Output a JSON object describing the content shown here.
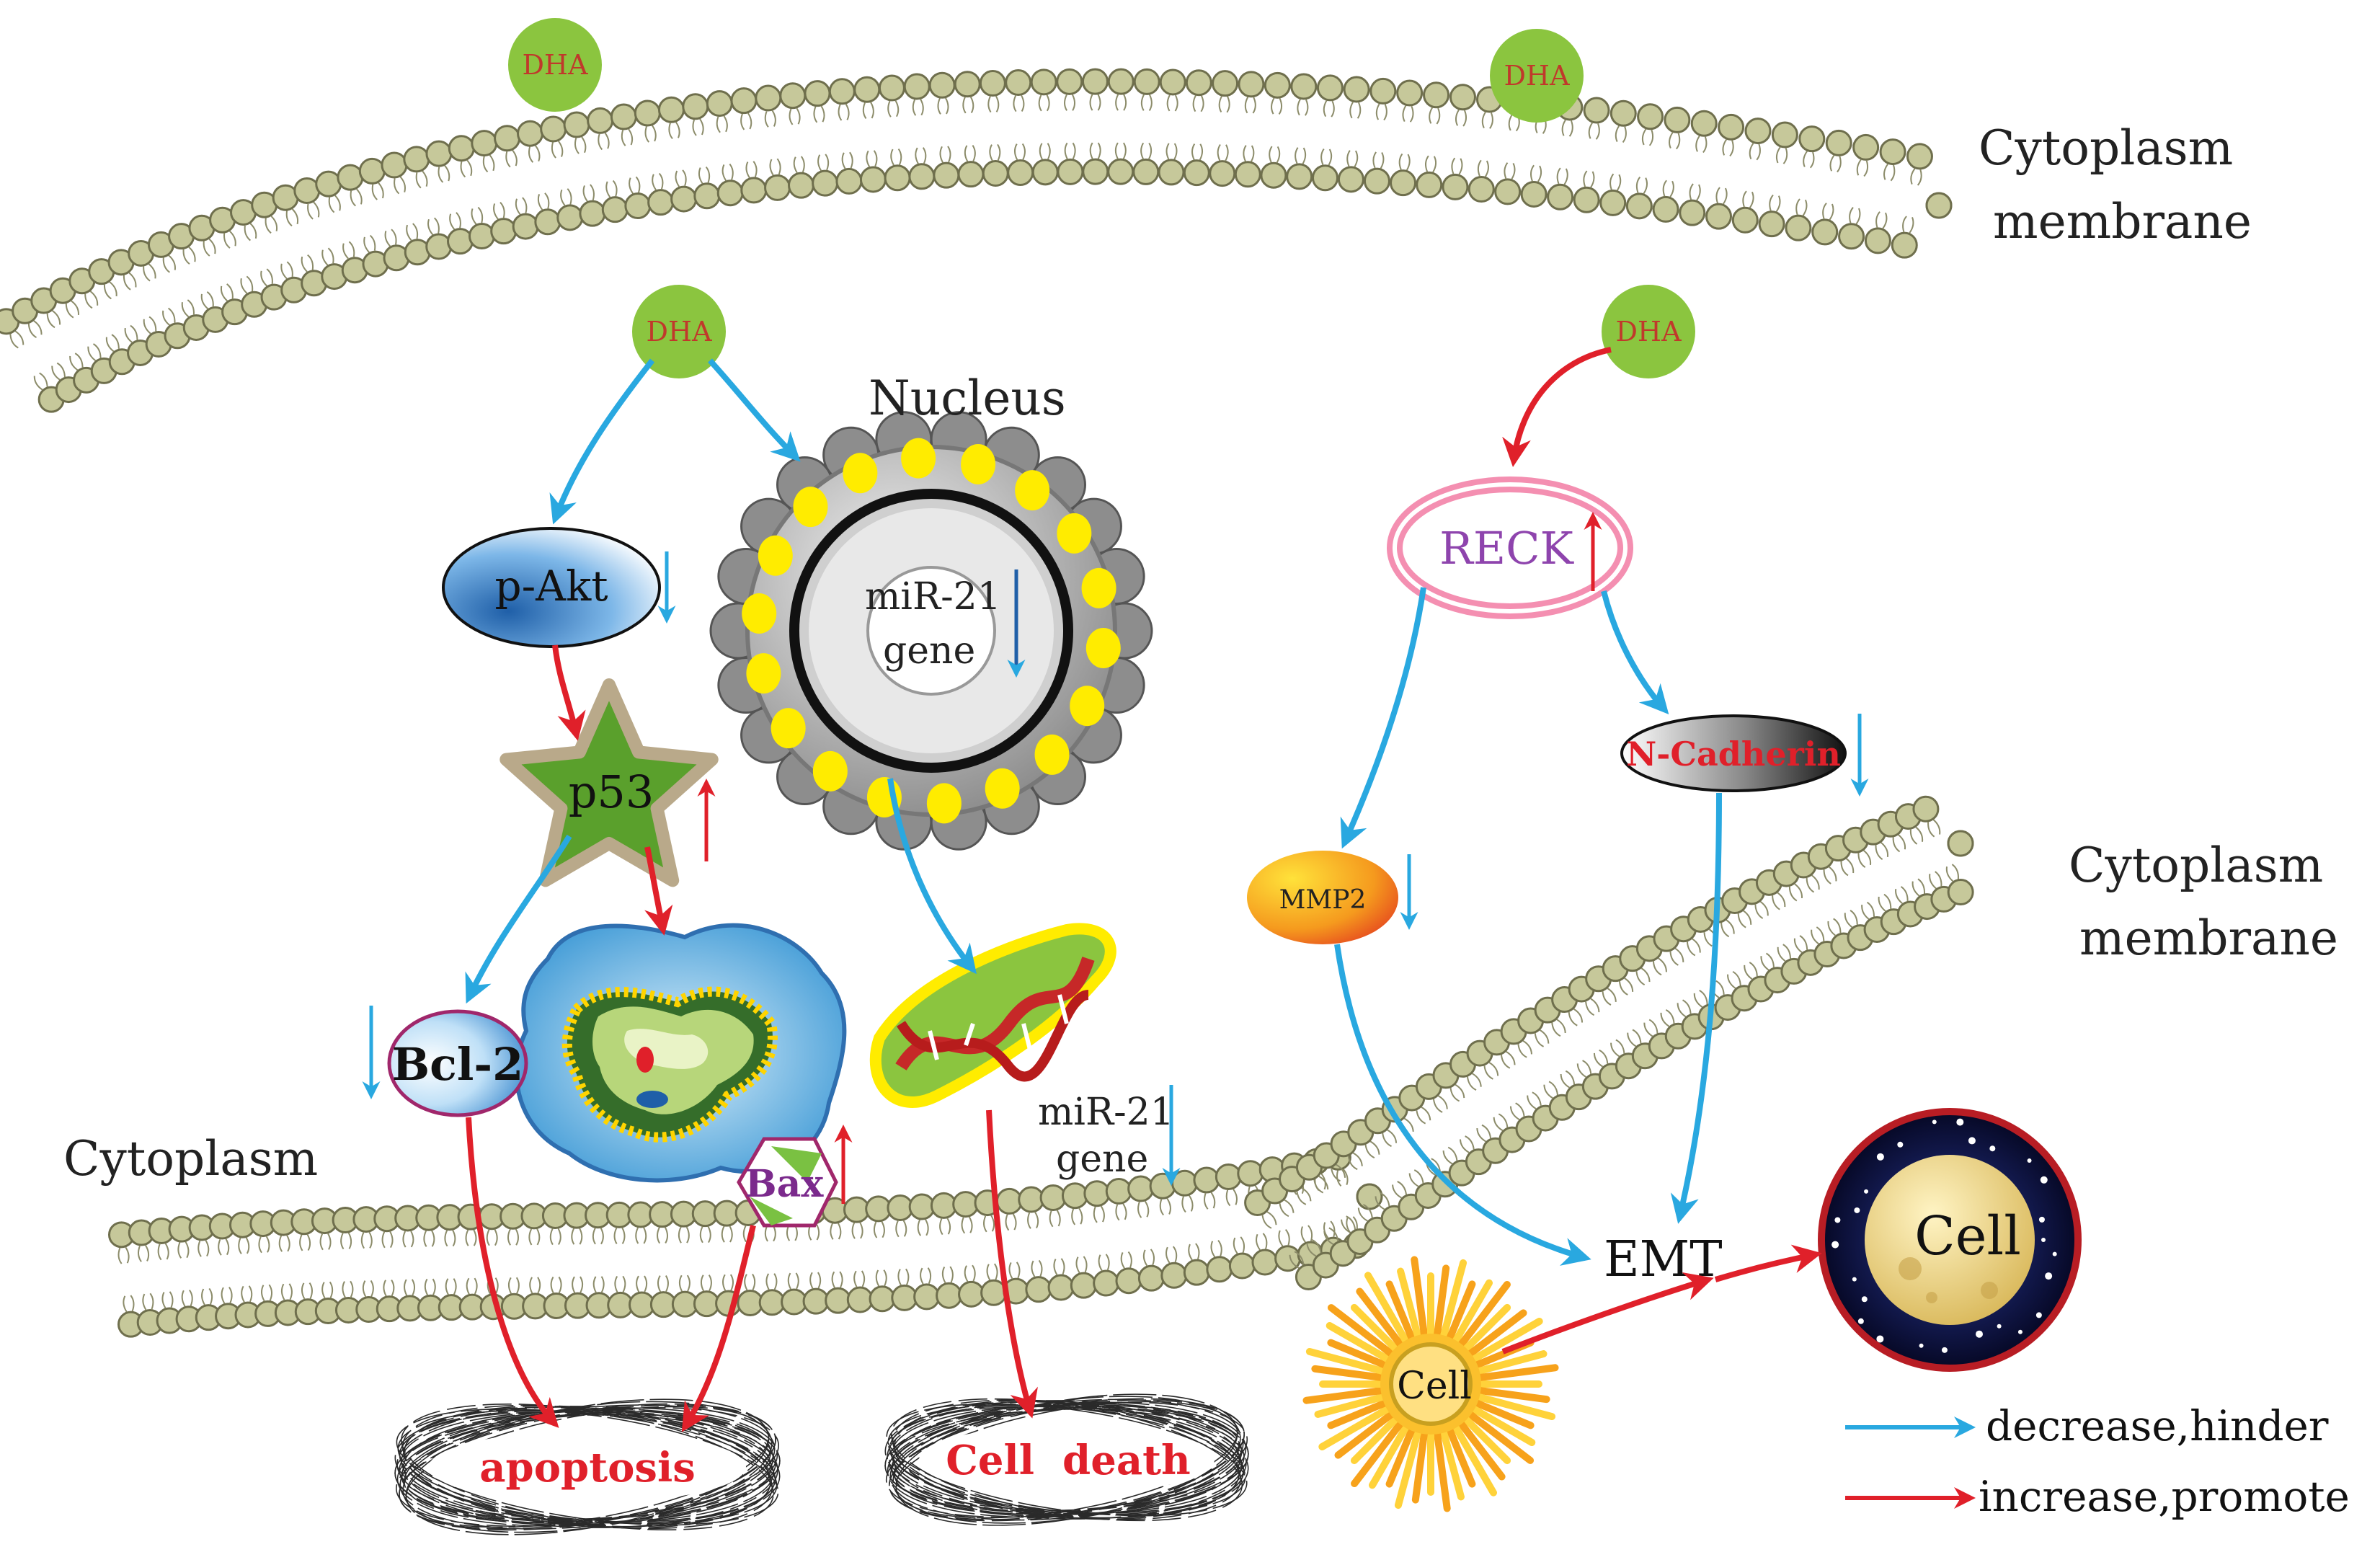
{
  "colors": {
    "decrease_arrow": "#29a8e0",
    "increase_arrow": "#e0202a",
    "membrane_head": "#c6c89a",
    "dha_fill": "#8bc53f",
    "dha_text": "#c0392b",
    "reck_text": "#8e44ad",
    "star_fill": "#5aa02c",
    "yellow": "#ffec00"
  },
  "labels": {
    "dha_1": "DHA",
    "dha_2": "DHA",
    "dha_3": "DHA",
    "dha_4": "DHA",
    "membrane_top": [
      "Cytoplasm",
      "membrane"
    ],
    "membrane_right": [
      "Cytoplasm",
      "membrane"
    ],
    "cytoplasm": "Cytoplasm",
    "nucleus": "Nucleus",
    "mir21_nucleus": [
      "miR-21",
      "gene"
    ],
    "mir21_dna": [
      "miR-21",
      "gene"
    ],
    "p_akt": "p-Akt",
    "p53": "p53",
    "bcl2": "Bcl-2",
    "bax": "Bax",
    "reck": "RECK",
    "n_cadherin": "N-Cadherin",
    "mmp2": "MMP2",
    "emt": "EMT",
    "cell_small": "Cell",
    "cell_large": "Cell",
    "apoptosis": "apoptosis",
    "cell_death": "Cell  death"
  },
  "legend": {
    "decrease": "decrease,hinder",
    "increase": "increase,promote"
  }
}
